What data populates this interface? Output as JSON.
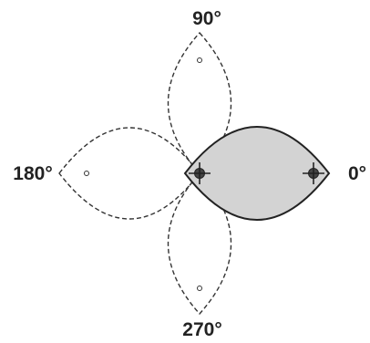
{
  "labels": {
    "top": "90°",
    "left": "180°",
    "right": "0°",
    "bottom": "270°"
  },
  "colors": {
    "outline": "#222222",
    "dashed_outline": "#333333",
    "filled_petal": "#d3d3d3",
    "background": "#ffffff"
  },
  "shapes": {
    "solid_petal": "0°",
    "dashed_petals": [
      "90°",
      "180°",
      "270°"
    ]
  }
}
